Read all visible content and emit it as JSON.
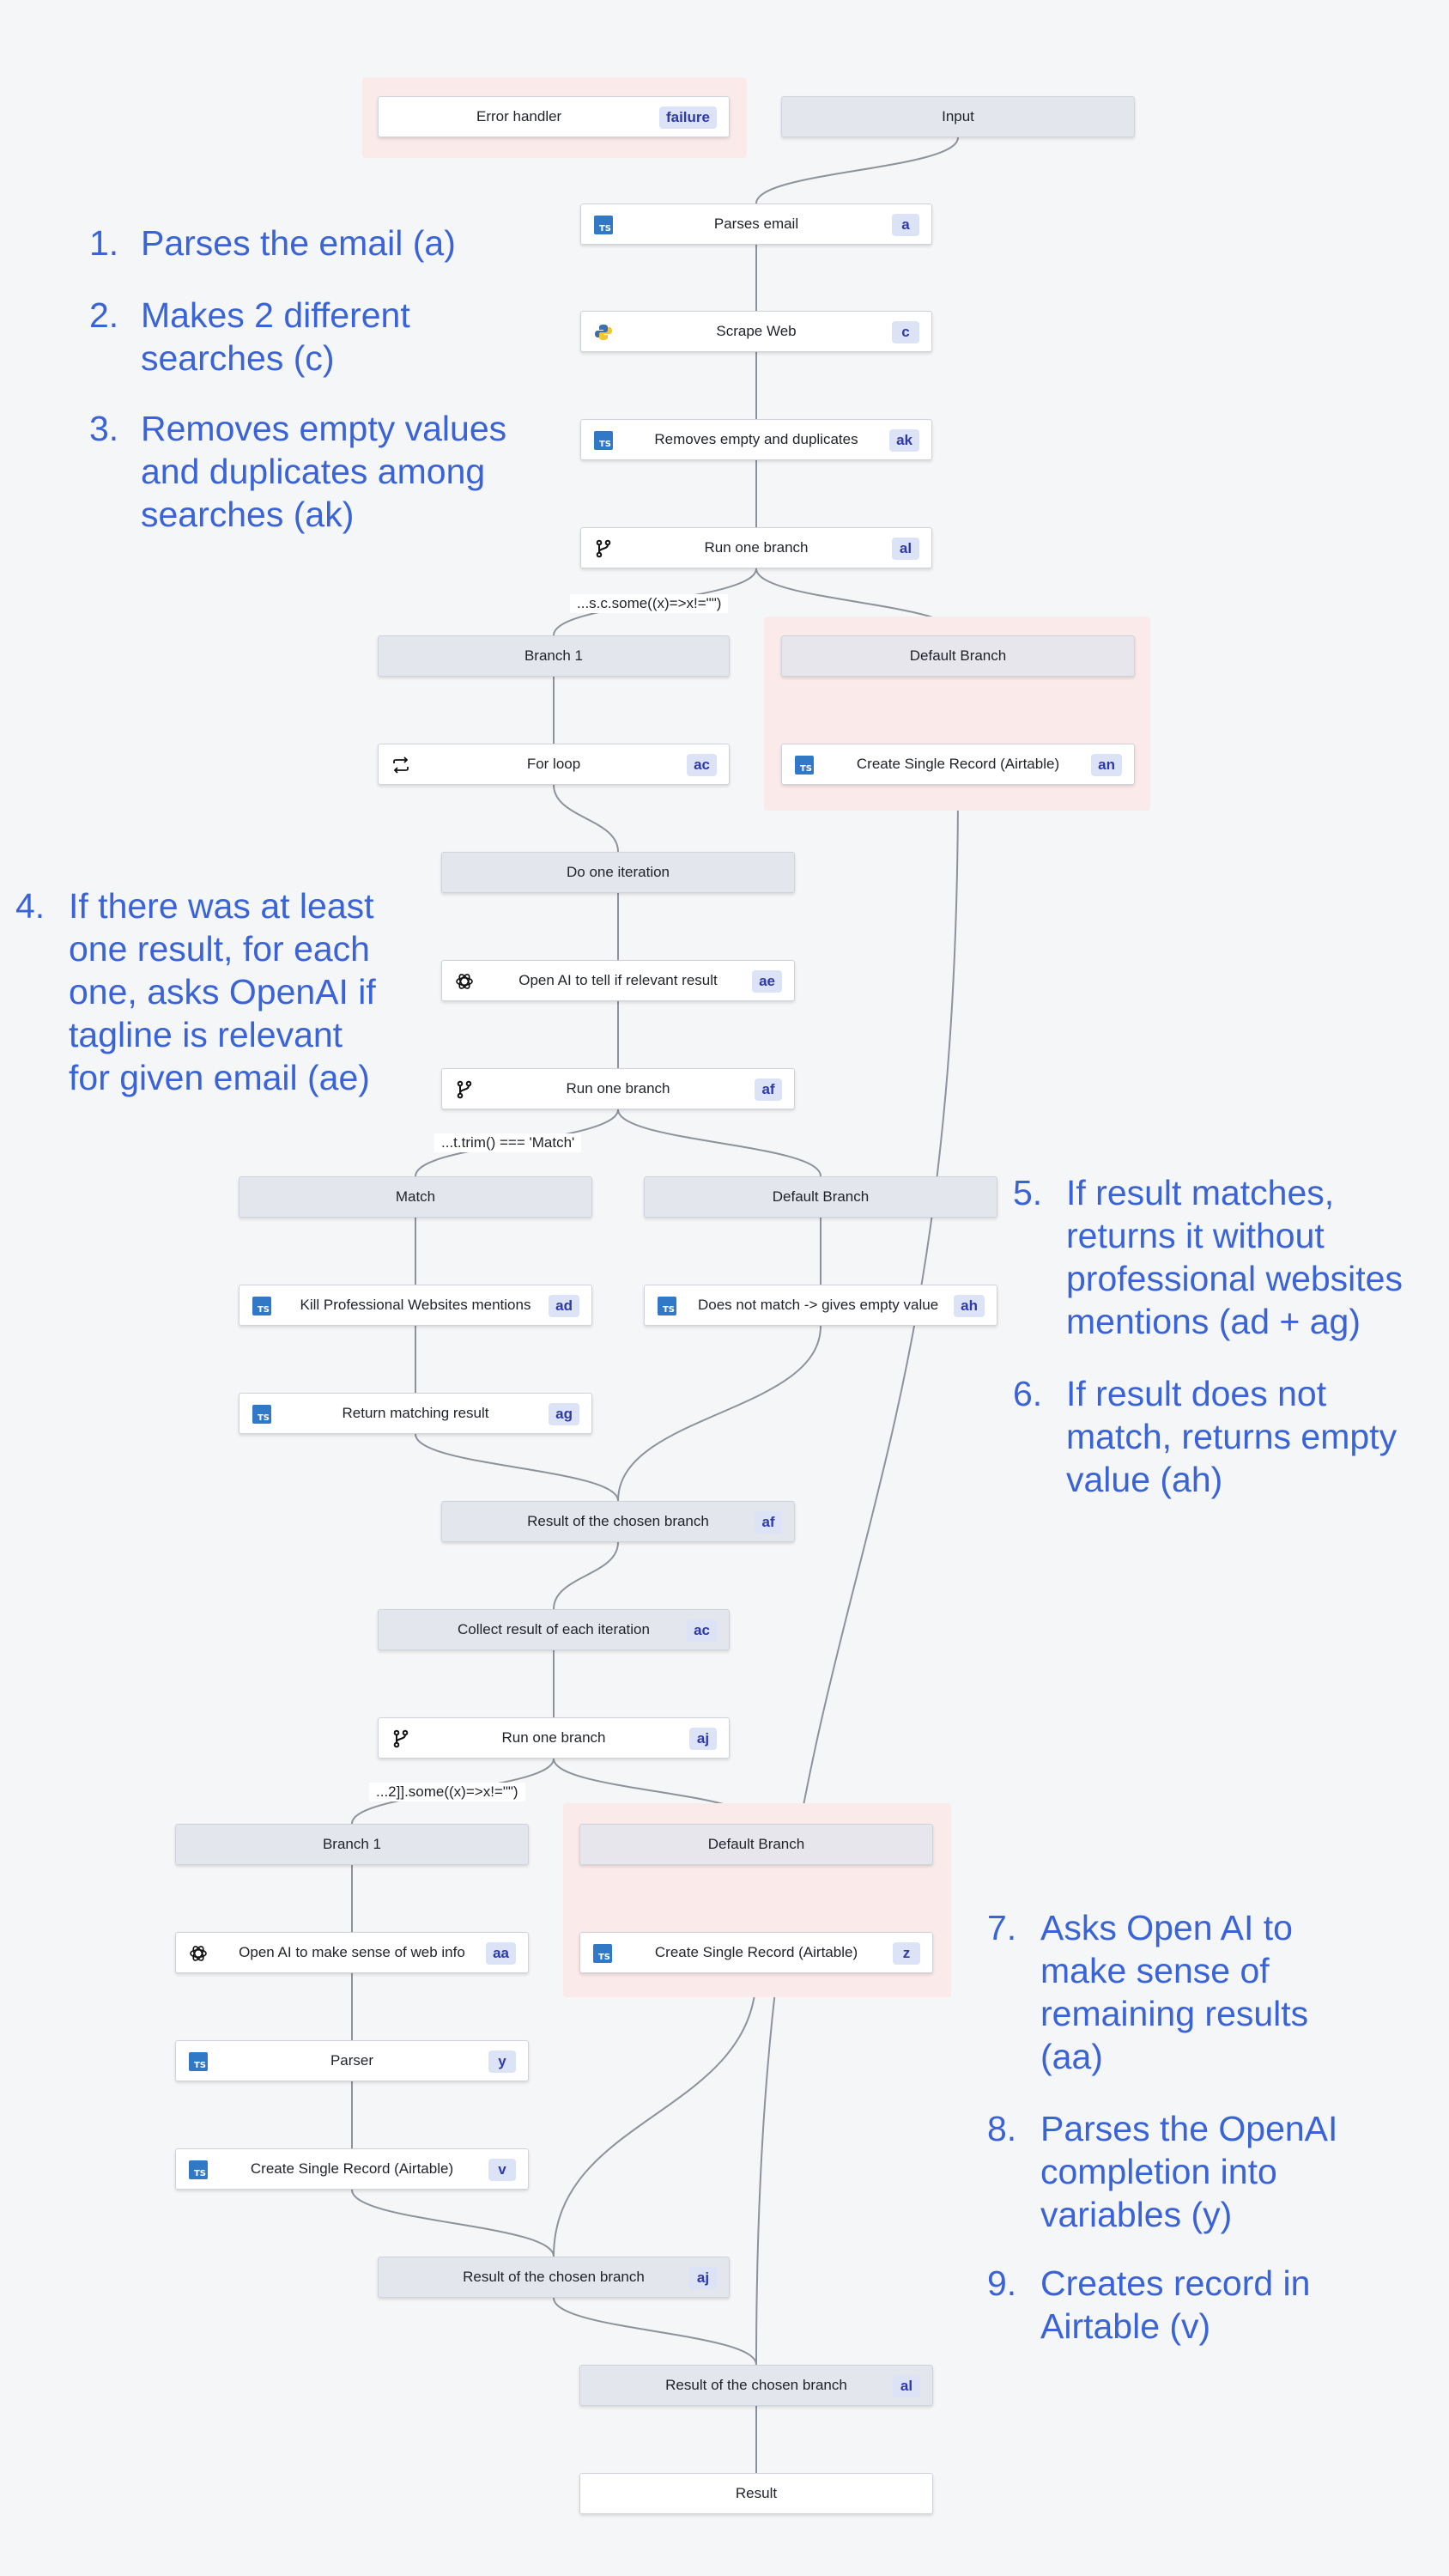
{
  "nodes": {
    "error_handler": {
      "label": "Error handler",
      "badge": "failure"
    },
    "input": {
      "label": "Input"
    },
    "parses_email": {
      "label": "Parses email",
      "badge": "a",
      "icon": "typescript-icon"
    },
    "scrape_web": {
      "label": "Scrape Web",
      "badge": "c",
      "icon": "python-icon"
    },
    "removes_empty": {
      "label": "Removes empty and duplicates",
      "badge": "ak",
      "icon": "typescript-icon"
    },
    "run_branch_al": {
      "label": "Run one branch",
      "badge": "al",
      "icon": "branch-icon"
    },
    "branch1_top": {
      "label": "Branch 1"
    },
    "default_branch_top": {
      "label": "Default Branch"
    },
    "for_loop": {
      "label": "For loop",
      "badge": "ac",
      "icon": "loop-icon"
    },
    "create_record_an": {
      "label": "Create Single Record (Airtable)",
      "badge": "an",
      "icon": "typescript-icon"
    },
    "do_one_iteration": {
      "label": "Do one iteration"
    },
    "openai_relevant": {
      "label": "Open AI to tell if relevant result",
      "badge": "ae",
      "icon": "openai-icon"
    },
    "run_branch_af": {
      "label": "Run one branch",
      "badge": "af",
      "icon": "branch-icon"
    },
    "match": {
      "label": "Match"
    },
    "default_branch_mid": {
      "label": "Default Branch"
    },
    "kill_professional": {
      "label": "Kill Professional Websites mentions",
      "badge": "ad",
      "icon": "typescript-icon"
    },
    "does_not_match": {
      "label": "Does not match -> gives empty value",
      "badge": "ah",
      "icon": "typescript-icon"
    },
    "return_matching": {
      "label": "Return matching result",
      "badge": "ag",
      "icon": "typescript-icon"
    },
    "result_chosen_af": {
      "label": "Result of the chosen branch",
      "badge": "af"
    },
    "collect_result": {
      "label": "Collect result of each iteration",
      "badge": "ac"
    },
    "run_branch_aj": {
      "label": "Run one branch",
      "badge": "aj",
      "icon": "branch-icon"
    },
    "branch1_bottom": {
      "label": "Branch 1"
    },
    "default_branch_bottom": {
      "label": "Default Branch"
    },
    "openai_sense": {
      "label": "Open AI to make sense of web info",
      "badge": "aa",
      "icon": "openai-icon"
    },
    "create_record_z": {
      "label": "Create Single Record (Airtable)",
      "badge": "z",
      "icon": "typescript-icon"
    },
    "parser": {
      "label": "Parser",
      "badge": "y",
      "icon": "typescript-icon"
    },
    "create_record_v": {
      "label": "Create Single Record (Airtable)",
      "badge": "v",
      "icon": "typescript-icon"
    },
    "result_chosen_aj": {
      "label": "Result of the chosen branch",
      "badge": "aj"
    },
    "result_chosen_al": {
      "label": "Result of the chosen branch",
      "badge": "al"
    },
    "result": {
      "label": "Result"
    }
  },
  "edge_labels": {
    "branch_al": "...s.c.some((x)=>x!=\"\")",
    "branch_af": "...t.trim() === 'Match'",
    "branch_aj": "...2]].some((x)=>x!=\"\")"
  },
  "notes": [
    {
      "num": "1.",
      "lines": [
        "Parses the email (a)"
      ]
    },
    {
      "num": "2.",
      "lines": [
        "Makes 2 different",
        "searches (c)"
      ]
    },
    {
      "num": "3.",
      "lines": [
        "Removes empty values",
        "and duplicates among",
        "searches (ak)"
      ]
    },
    {
      "num": "4.",
      "lines": [
        "If there was at least",
        "one result, for each",
        "one, asks OpenAI if",
        "tagline is relevant",
        "for given email (ae)"
      ]
    },
    {
      "num": "5.",
      "lines": [
        "If result matches,",
        "returns it without",
        "professional websites",
        "mentions (ad + ag)"
      ]
    },
    {
      "num": "6.",
      "lines": [
        "If result does not",
        "match, returns empty",
        "value (ah)"
      ]
    },
    {
      "num": "7.",
      "lines": [
        "Asks Open AI to",
        "make sense of",
        "remaining results",
        "(aa)"
      ]
    },
    {
      "num": "8.",
      "lines": [
        "Parses the OpenAI",
        "completion into",
        "variables (y)"
      ]
    },
    {
      "num": "9.",
      "lines": [
        "Creates record in",
        "Airtable (v)"
      ]
    }
  ],
  "colors": {
    "note_text": "#3a63d6",
    "badge_bg": "#dde3f7",
    "badge_text": "#2e3aa8",
    "group_bg": "#fbeaea",
    "edge": "#8d939b"
  }
}
